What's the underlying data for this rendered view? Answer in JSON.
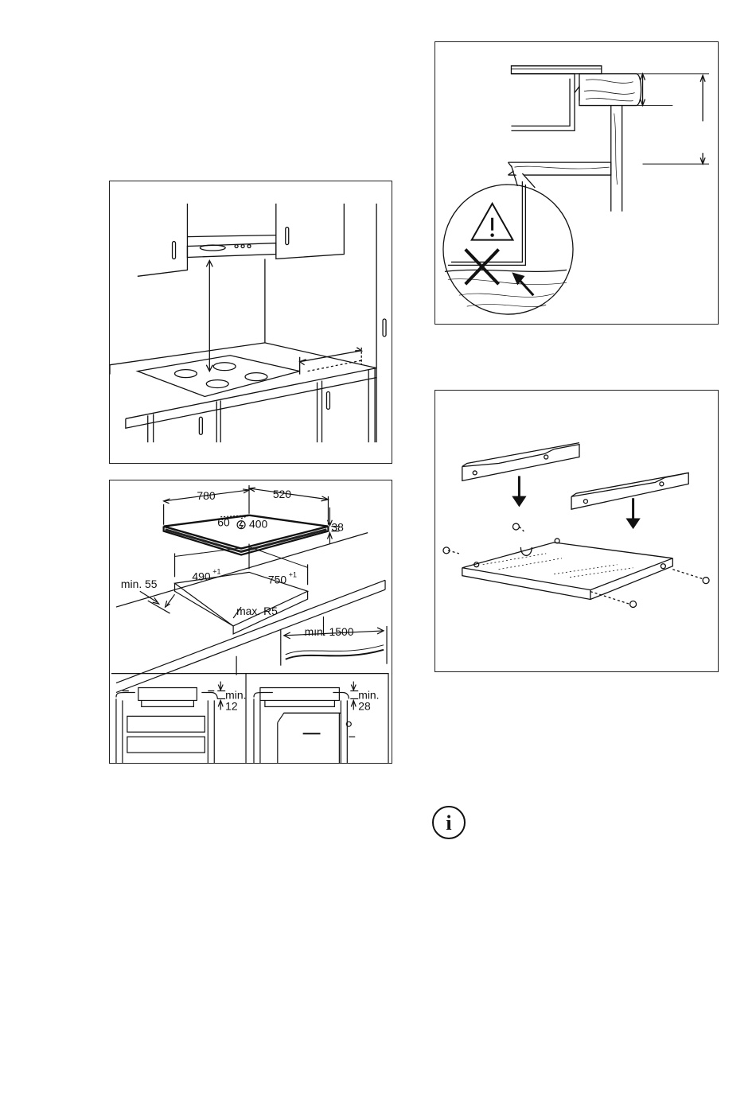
{
  "page": {
    "background": "#ffffff",
    "line_color": "#111111"
  },
  "figures": {
    "hood_clearance": {
      "icon": "kitchen-hood-over-hob-illustration"
    },
    "cutout_dimensions": {
      "hob_width": "780",
      "hob_depth": "520",
      "hob_height": "38",
      "connection_offset_x": "60",
      "connection_offset_y": "400",
      "cutout_depth": "490",
      "cutout_width": "750",
      "tolerance": "+1",
      "min_side_distance": "min. 55",
      "max_radius": "max. R5",
      "min_cable_length": "mın. 1500",
      "min_below_gap_a_line1": "min.",
      "min_below_gap_a_line2": "12",
      "min_below_gap_b_line1": "min.",
      "min_below_gap_b_line2": "28"
    },
    "protective_floor": {
      "icon": "warning-triangle-icon",
      "cross_icon": "cross-icon"
    },
    "bracket_assembly": {
      "icon": "bracket-assembly-illustration"
    }
  },
  "info": {
    "icon": "info-icon",
    "glyph": "i"
  }
}
